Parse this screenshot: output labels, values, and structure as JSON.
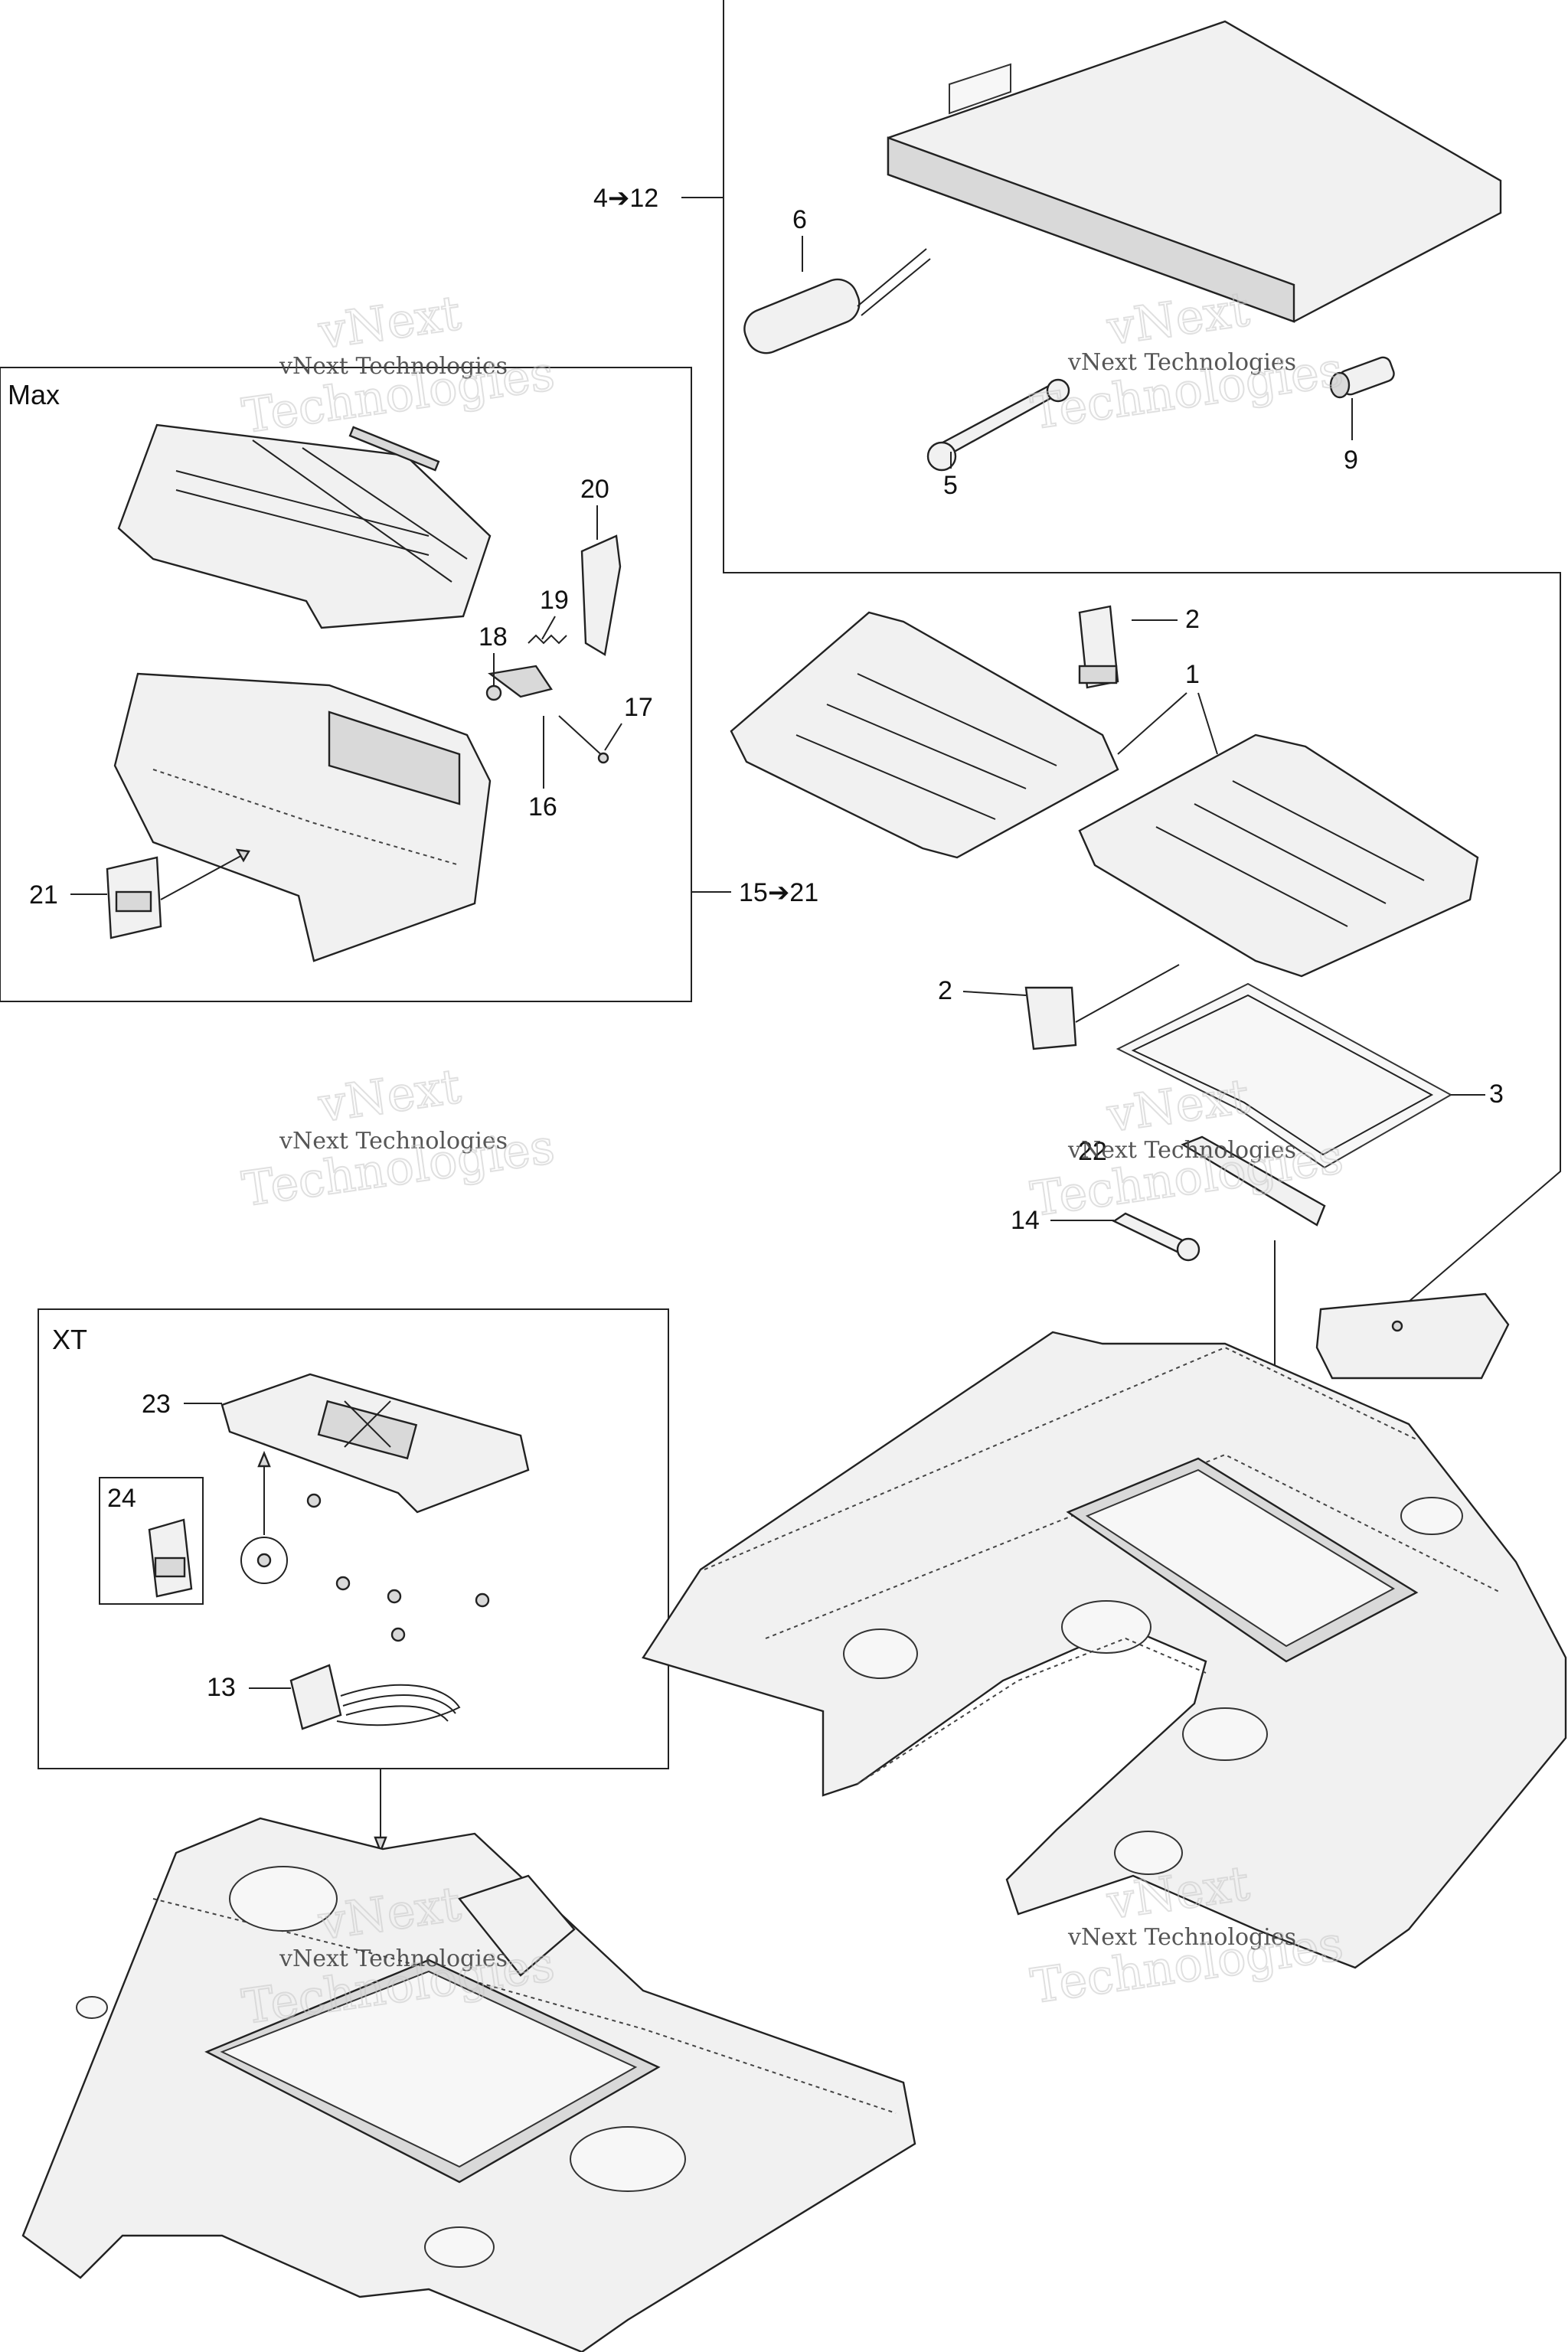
{
  "sections": {
    "max": "Max",
    "xt": "XT"
  },
  "callouts": {
    "c1": "1",
    "c2a": "2",
    "c2b": "2",
    "c3": "3",
    "c4_12": "4➔12",
    "c5": "5",
    "c6": "6",
    "c9": "9",
    "c13": "13",
    "c14": "14",
    "c15_21": "15➔21",
    "c16": "16",
    "c17": "17",
    "c18": "18",
    "c19": "19",
    "c20": "20",
    "c21": "21",
    "c22": "22",
    "c23": "23",
    "c24": "24"
  },
  "watermarks": {
    "small": "vNext Technologies",
    "large_top": "vNext",
    "large_bottom": "Technologies"
  }
}
